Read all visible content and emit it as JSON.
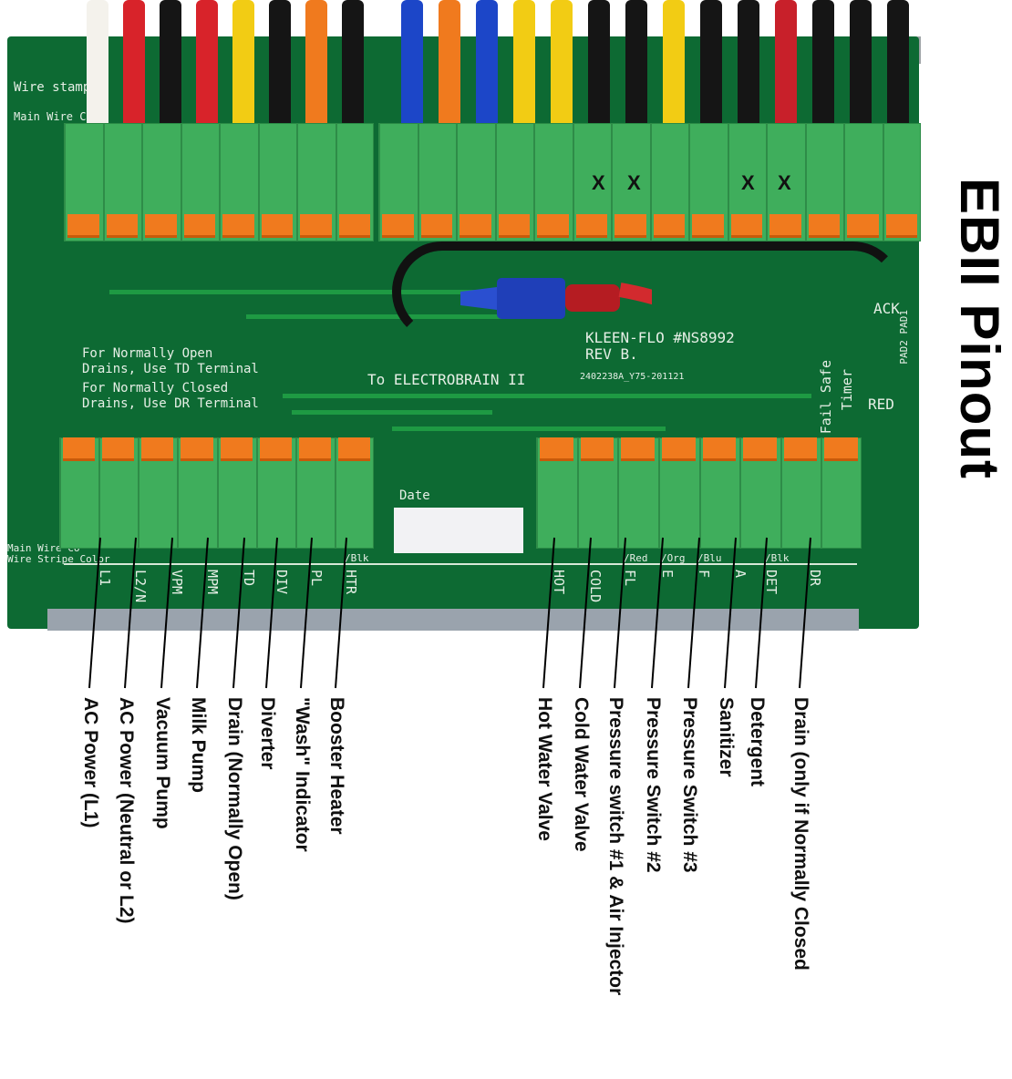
{
  "title": "EBII Pinout",
  "board": {
    "wire_stamp": "Wire stamp",
    "main_wire_color_top": "Main Wire Co",
    "note_open": "For Normally Open\nDrains, Use TD Terminal",
    "note_closed": "For Normally Closed\nDrains, Use DR Terminal",
    "to_eb": "To ELECTROBRAIN II",
    "model": "KLEEN-FLO #NS8992",
    "rev": "REV B.",
    "serial": "2402238A_Y75-201121",
    "fail_safe": "Fail Safe",
    "timer": "Timer",
    "red": "RED",
    "pads": "PAD2 PAD1",
    "ack": "ACK",
    "date": "Date",
    "main_wire_color": "Main Wire Co",
    "wire_stripe_color": "Wire Stripe Color",
    "x_mark": "X"
  },
  "top_wires_left": [
    "#f4f2ec",
    "#d8232a",
    "#151515",
    "#d8232a",
    "#f2cc14",
    "#151515",
    "#f07a1e",
    "#151515"
  ],
  "top_wires_right": [
    "#1c46c8",
    "#f07a1e",
    "#1c46c8",
    "#f2cc14",
    "#f2cc14",
    "#151515",
    "#151515",
    "#f2cc14",
    "#151515",
    "#151515",
    "#c8202a",
    "#151515",
    "#151515",
    "#151515"
  ],
  "colors": {
    "board": "#0d6a33",
    "terminal": "#3fae5c",
    "lever": "#f07a1e"
  },
  "left_terminals": [
    {
      "code": "L1",
      "stripe": "",
      "label": "AC Power (L1)"
    },
    {
      "code": "L2/N",
      "stripe": "",
      "label": "AC Power (Neutral or L2)"
    },
    {
      "code": "VPM",
      "stripe": "",
      "label": "Vacuum Pump"
    },
    {
      "code": "MPM",
      "stripe": "",
      "label": "Milk Pump"
    },
    {
      "code": "TD",
      "stripe": "",
      "label": "Drain (Normally Open)"
    },
    {
      "code": "DIV",
      "stripe": "",
      "label": "Diverter"
    },
    {
      "code": "PL",
      "stripe": "",
      "label": "\"Wash\" Indicator"
    },
    {
      "code": "HTR",
      "stripe": "/Blk",
      "label": "Booster Heater"
    }
  ],
  "right_terminals": [
    {
      "code": "HOT",
      "stripe": "",
      "label": "Hot Water Valve"
    },
    {
      "code": "COLD",
      "stripe": "",
      "label": "Cold Water Valve"
    },
    {
      "code": "FL",
      "stripe": "/Red",
      "label": "Pressure switch #1 & Air Injector"
    },
    {
      "code": "E",
      "stripe": "/Org",
      "label": "Pressure Switch #2"
    },
    {
      "code": "F",
      "stripe": "/Blu",
      "label": "Pressure Switch #3"
    },
    {
      "code": "A",
      "stripe": "",
      "label": "Sanitizer"
    },
    {
      "code": "DET",
      "stripe": "/Blk",
      "label": "Detergent"
    },
    {
      "code": "DR",
      "stripe": "",
      "label": "Drain (only if Normally Closed"
    }
  ]
}
